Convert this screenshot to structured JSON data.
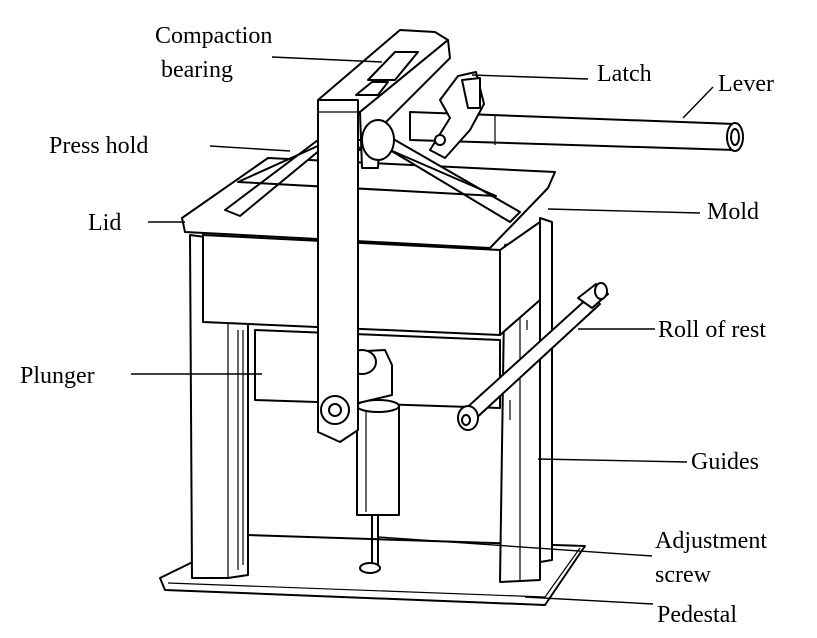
{
  "labels": {
    "compaction_bearing_1": "Compaction",
    "compaction_bearing_2": "bearing",
    "latch": "Latch",
    "lever": "Lever",
    "press_hold": "Press hold",
    "lid": "Lid",
    "mold": "Mold",
    "roll_of_rest": "Roll of rest",
    "plunger": "Plunger",
    "guides": "Guides",
    "adjustment_screw_1": "Adjustment",
    "adjustment_screw_2": "screw",
    "pedestal": "Pedestal"
  },
  "colors": {
    "ink": "#000000",
    "paper": "#ffffff"
  }
}
